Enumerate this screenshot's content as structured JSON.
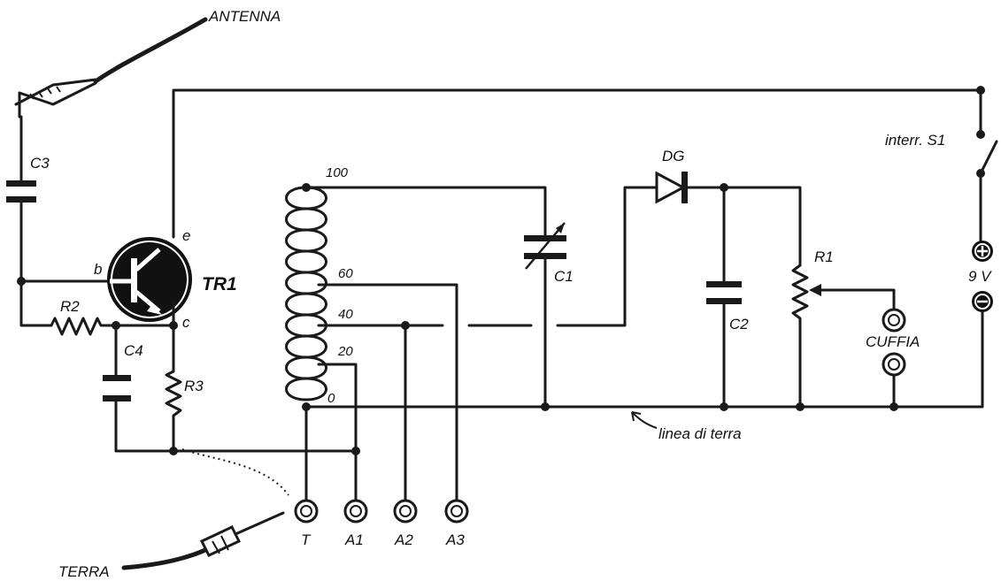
{
  "diagram": {
    "labels": {
      "antenna": "ANTENNA",
      "terra": "TERRA",
      "c3": "C3",
      "c4": "C4",
      "r2": "R2",
      "r3": "R3",
      "tr1": "TR1",
      "b": "b",
      "c": "c",
      "e": "e",
      "tap100": "100",
      "tap60": "60",
      "tap40": "40",
      "tap20": "20",
      "tap0": "0",
      "c1": "C1",
      "dg": "DG",
      "c2": "C2",
      "r1": "R1",
      "cuffia": "CUFFIA",
      "interr": "interr. S1",
      "volt": "9 V",
      "linea": "linea di terra",
      "t": "T",
      "a1": "A1",
      "a2": "A2",
      "a3": "A3"
    },
    "colors": {
      "ink": "#1a1a1a",
      "paper": "#ffffff"
    }
  }
}
